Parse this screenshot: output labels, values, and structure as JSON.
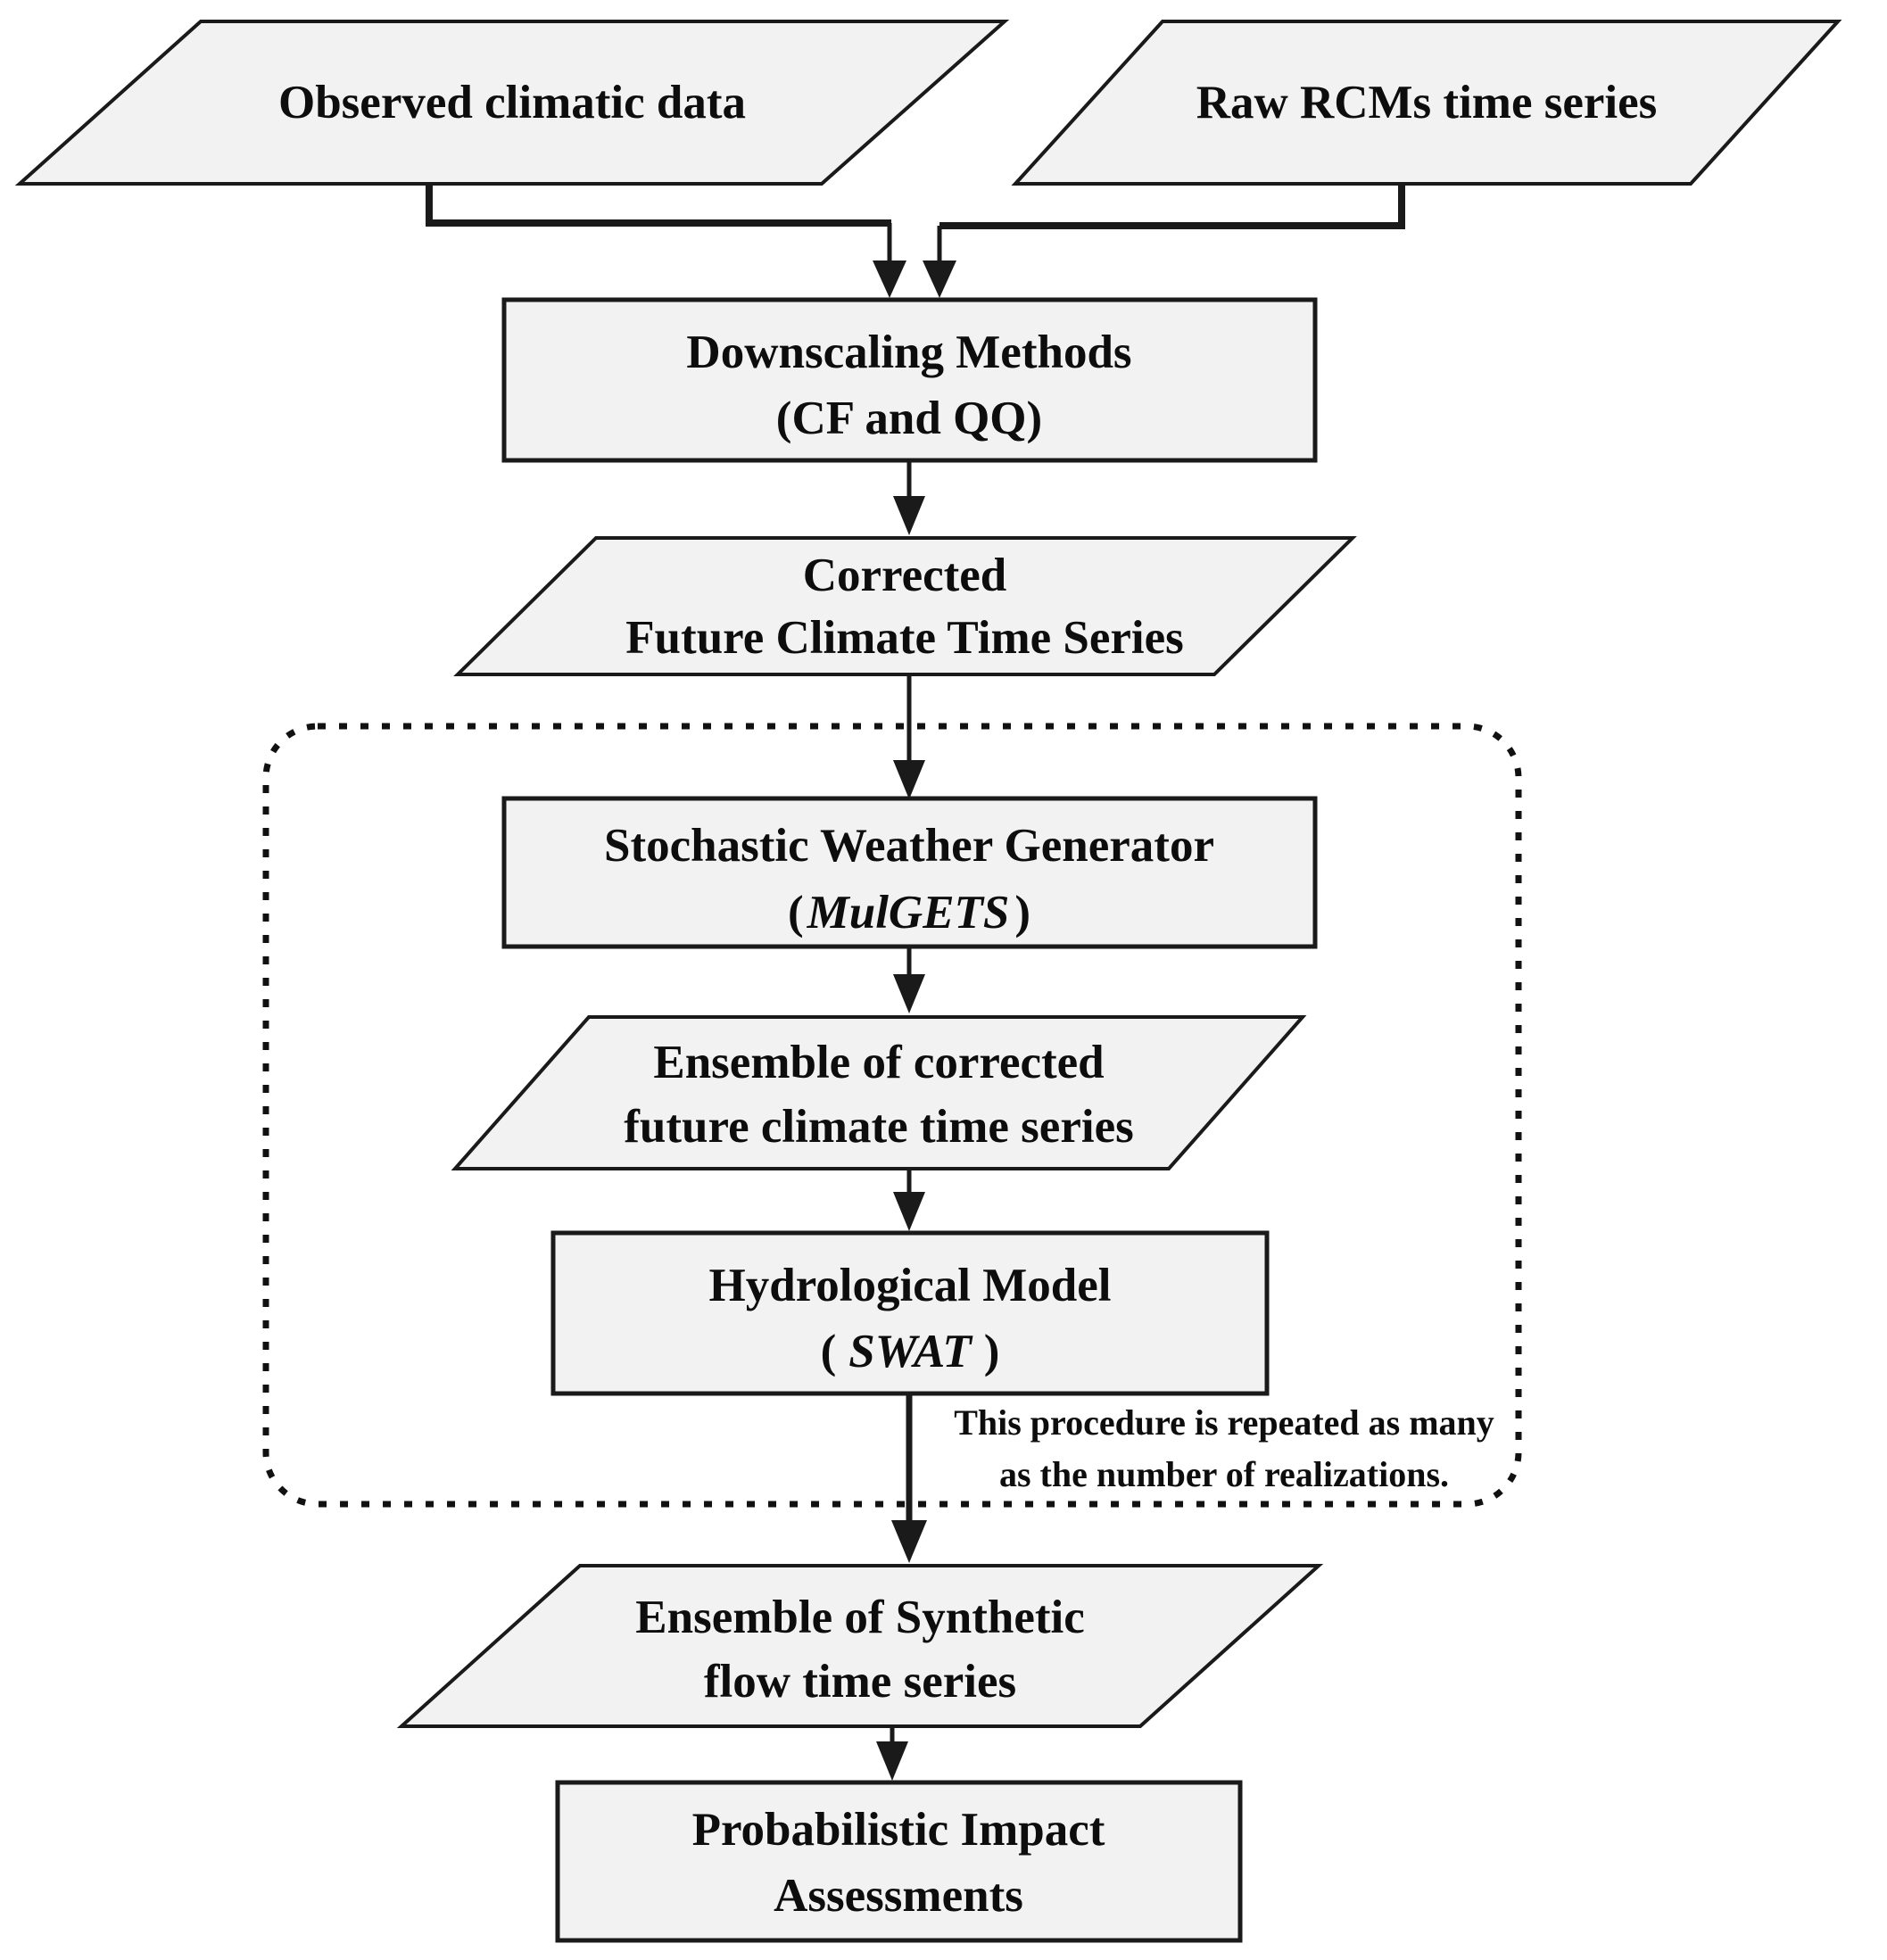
{
  "diagram": {
    "type": "flowchart",
    "colors": {
      "node_fill": "#f2f2f2",
      "stroke": "#1a1a1a",
      "background": "#ffffff",
      "text": "#0d0d0d"
    },
    "nodes": {
      "observed": {
        "shape": "parallelogram",
        "label": "Observed climatic data"
      },
      "raw_rcms": {
        "shape": "parallelogram",
        "label": "Raw RCMs time series"
      },
      "downscaling": {
        "shape": "rectangle",
        "line1": "Downscaling Methods",
        "line2": "(CF and QQ)"
      },
      "corrected": {
        "shape": "parallelogram",
        "line1": "Corrected",
        "line2": "Future Climate Time Series"
      },
      "weather_generator": {
        "shape": "rectangle",
        "line1": "Stochastic Weather Generator",
        "paren_open": "(",
        "name_italic": "MulGETS",
        "paren_close": ")"
      },
      "ensemble_corrected": {
        "shape": "parallelogram",
        "line1": "Ensemble of corrected",
        "line2": "future climate time series"
      },
      "hydrological_model": {
        "shape": "rectangle",
        "line1": "Hydrological Model",
        "paren_open": "(",
        "name_italic": "SWAT",
        "paren_close": ")"
      },
      "ensemble_synthetic": {
        "shape": "parallelogram",
        "line1": "Ensemble of Synthetic",
        "line2": "flow time series"
      },
      "impact_assessments": {
        "shape": "rectangle",
        "line1": "Probabilistic Impact",
        "line2": "Assessments"
      }
    },
    "loop_note": {
      "line1": "This procedure is repeated as many",
      "line2": "as the number of realizations."
    },
    "edges": [
      "observed -> downscaling",
      "raw_rcms -> downscaling",
      "downscaling -> corrected",
      "corrected -> weather_generator",
      "weather_generator -> ensemble_corrected",
      "ensemble_corrected -> hydrological_model",
      "hydrological_model -> ensemble_synthetic",
      "ensemble_synthetic -> impact_assessments"
    ]
  }
}
